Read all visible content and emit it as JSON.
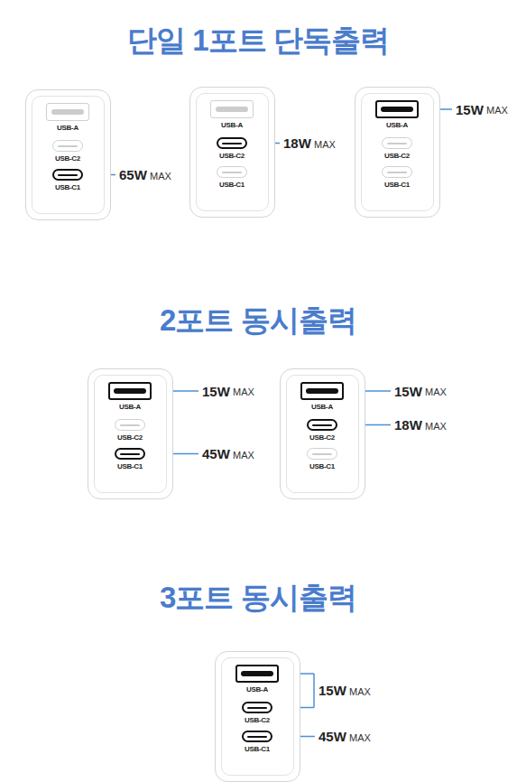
{
  "diagram": {
    "nodes": [
      {
        "text": [
          "USB-A"
        ]
      },
      {
        "text": [
          "USB-C2"
        ]
      },
      {
        "text": [
          "USB-C1"
        ]
      },
      {
        "text": [
          "USB-A"
        ]
      },
      {
        "text": [
          "USB-C2"
        ]
      },
      {
        "text": [
          "USB-C1"
        ]
      },
      {
        "text": [
          "USB-A"
        ]
      },
      {
        "text": [
          "USB-C2"
        ]
      },
      {
        "text": [
          "USB-C1"
        ]
      },
      {
        "text": [
          "USB-A"
        ]
      },
      {
        "text": [
          "USB-C2"
        ]
      },
      {
        "text": [
          "USB-C1"
        ]
      },
      {
        "text": [
          "USB-A"
        ]
      },
      {
        "text": [
          "USB-C2"
        ]
      },
      {
        "text": [
          "USB-C1"
        ]
      },
      {
        "text": [
          "USB-A"
        ]
      },
      {
        "text": [
          "USB-C2"
        ]
      },
      {
        "text": [
          "USB-C1"
        ]
      }
    ],
    "labels": [
      "단일 1포트 단독출력",
      "65W",
      "MAX",
      "18W",
      "MAX",
      "15W",
      "MAX",
      "2포트 동시출력",
      "15W",
      "MAX",
      "45W",
      "MAX",
      "15W",
      "MAX",
      "18W",
      "MAX",
      "3포트 동시출력",
      "15W",
      "MAX",
      "45W",
      "MAX"
    ]
  }
}
